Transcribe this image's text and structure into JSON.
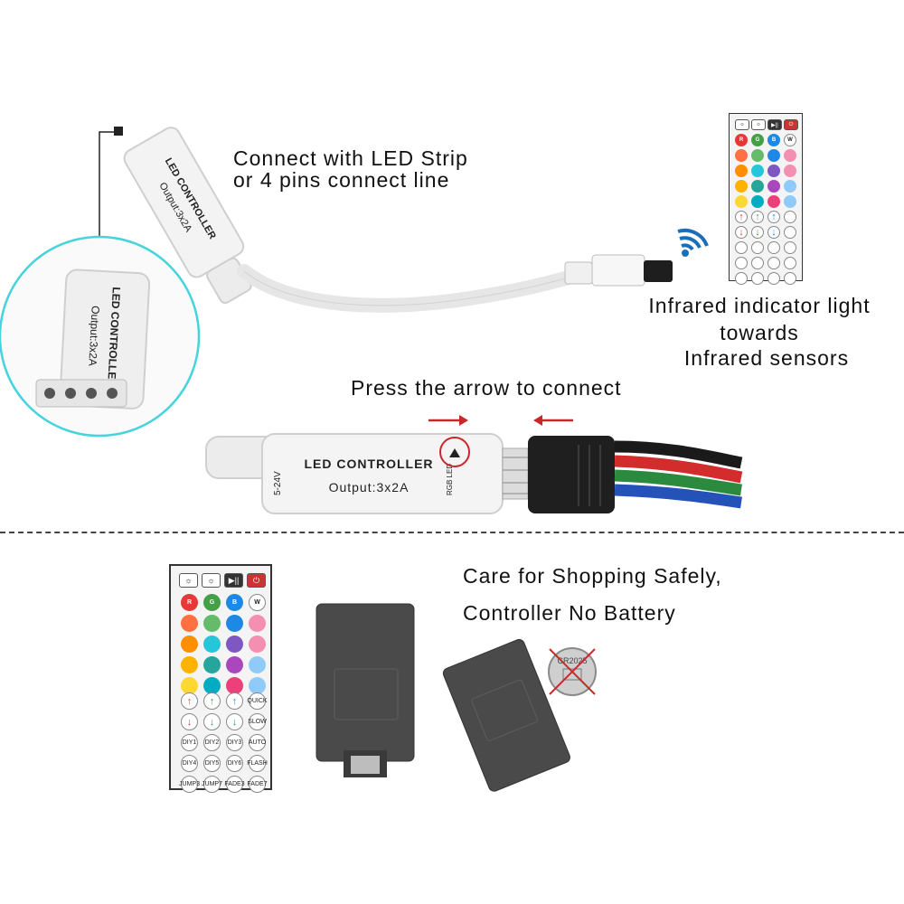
{
  "captions": {
    "connect_line1": "Connect with LED Strip",
    "connect_line2": "or 4 pins connect line",
    "infrared_line1": "Infrared indicator light",
    "infrared_line2": "towards",
    "infrared_line3": "Infrared sensors",
    "press_arrow": "Press the arrow to connect",
    "care_line1": "Care for Shopping Safely,",
    "care_line2": "Controller No Battery"
  },
  "controller_labels": {
    "name": "LED CONTROLLER",
    "output": "Output:3x2A",
    "voltage": "5-24V",
    "pin": "RGB LED"
  },
  "battery_label": "CR2025",
  "remote_buttons": {
    "top": [
      "☼",
      "☼",
      "▶||",
      "⏻"
    ],
    "color_row": [
      "R",
      "G",
      "B",
      "W"
    ],
    "side_column": [
      "QUICK",
      "SLOW",
      "AUTO",
      "FLASH",
      "FADE3",
      "FADE7"
    ],
    "diy_row1": [
      "DIY1",
      "DIY2",
      "DIY3"
    ],
    "diy_row2": [
      "DIY4",
      "DIY5",
      "DIY6"
    ],
    "jump_row": [
      "JUMP3",
      "JUMP7",
      "FADE3"
    ]
  },
  "colors": {
    "inset_circle": "#46d3dc",
    "arrow_red": "#c8282a",
    "divider": "#444444"
  }
}
